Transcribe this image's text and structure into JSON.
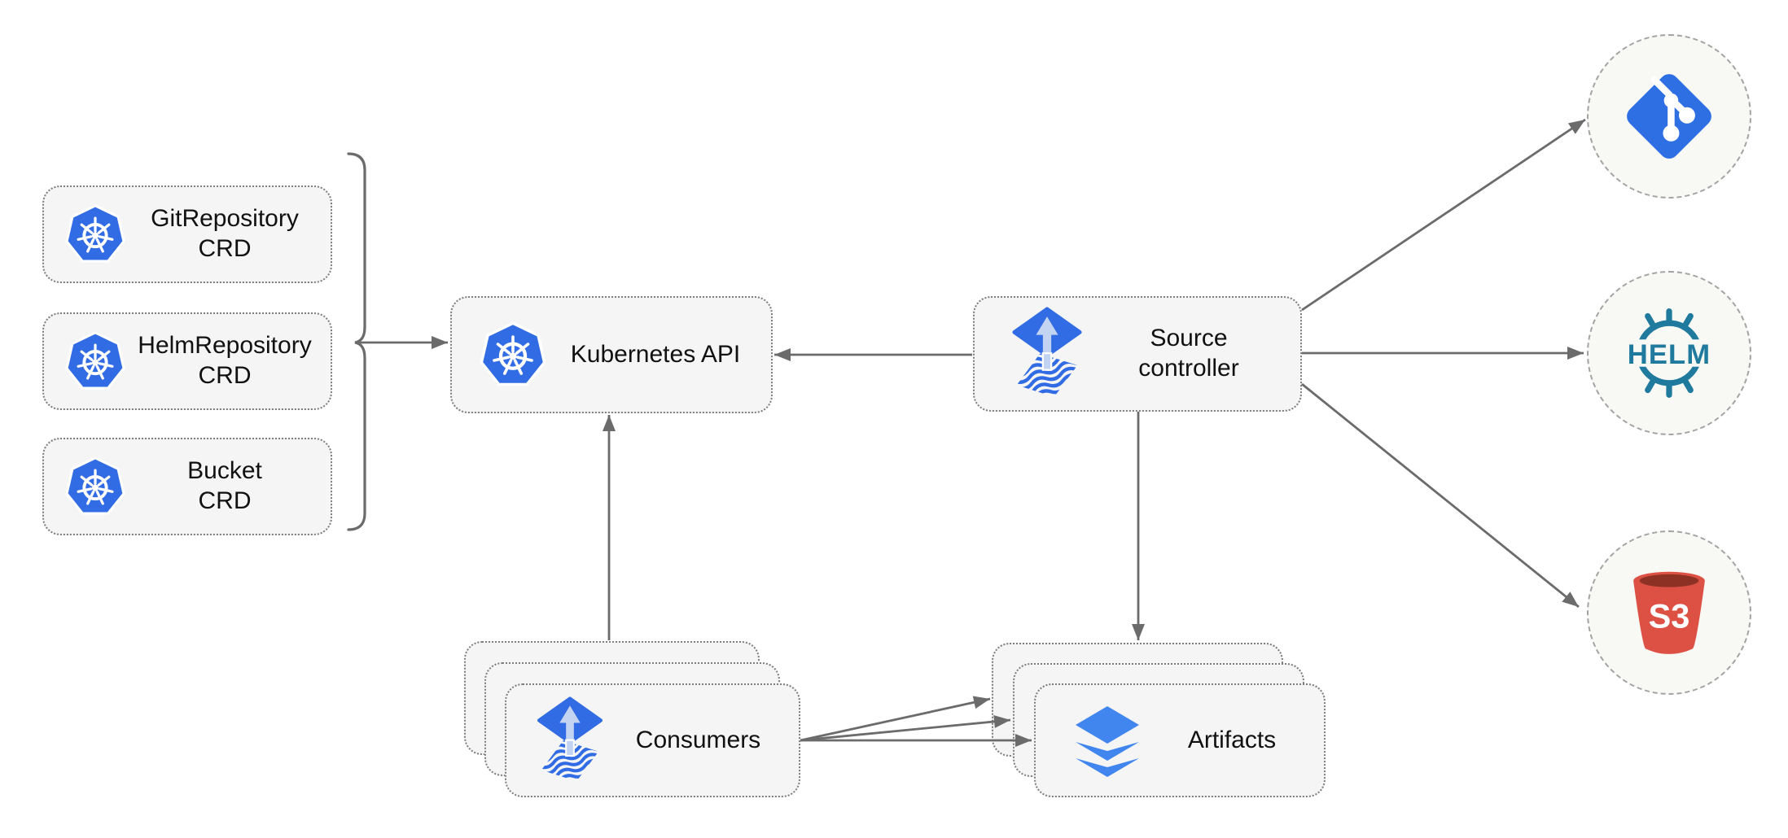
{
  "nodes": {
    "git_repository_crd": {
      "line1": "GitRepository",
      "line2": "CRD"
    },
    "helm_repository_crd": {
      "line1": "HelmRepository",
      "line2": "CRD"
    },
    "bucket_crd": {
      "line1": "Bucket",
      "line2": "CRD"
    },
    "kubernetes_api": {
      "label": "Kubernetes API"
    },
    "source_controller": {
      "line1": "Source",
      "line2": "controller"
    },
    "consumers": {
      "label": "Consumers"
    },
    "artifacts": {
      "label": "Artifacts"
    }
  },
  "sources": {
    "helm_label": "HELM",
    "s3_label": "S3"
  },
  "icons": {
    "kubernetes": "kubernetes-icon",
    "flux": "flux-icon",
    "git": "git-icon",
    "helm": "helm-icon",
    "s3": "s3-bucket-icon",
    "artifacts": "layers-icon"
  },
  "colors": {
    "kubernetes_blue": "#326CE5",
    "flux_blue": "#316CE4",
    "flux_arrow_light": "#C3D3F2",
    "git_blue": "#2F6FE4",
    "helm_teal": "#1F7A9E",
    "s3_red": "#DD5144",
    "s3_dark": "#8C3123",
    "layers_blue": "#4186EE",
    "arrow_gray": "#6B6B6B",
    "node_bg": "#F5F5F5",
    "node_border": "#7D7D7D",
    "circle_bg": "#F8F8F5",
    "circle_border": "#A3A3A3",
    "text_color": "#111111"
  }
}
